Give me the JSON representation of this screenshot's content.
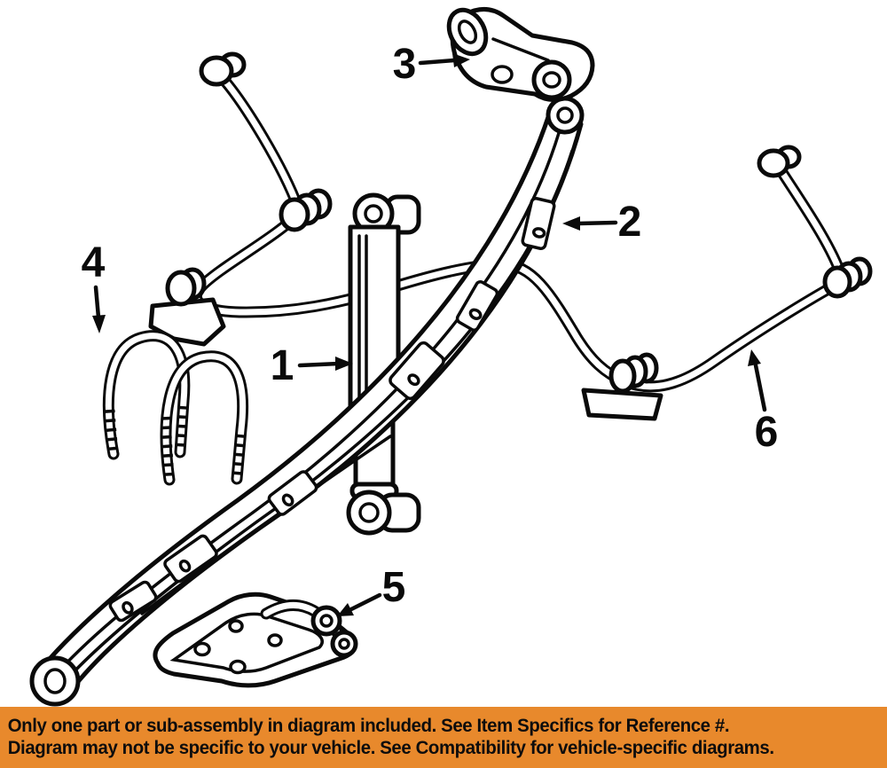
{
  "diagram": {
    "bg_color": "#FFFFFF",
    "line_color": "#0A0A0A",
    "callouts": [
      {
        "label": "1"
      },
      {
        "label": "2"
      },
      {
        "label": "3"
      },
      {
        "label": "4"
      },
      {
        "label": "5"
      },
      {
        "label": "6"
      }
    ]
  },
  "banner": {
    "bg_color": "#E8892C",
    "text_color": "#0D0D0D",
    "line1": "Only one part or sub-assembly in diagram included. See Item Specifics for Reference #.",
    "line2": "Diagram may not be specific to your vehicle. See Compatibility for vehicle-specific diagrams."
  }
}
